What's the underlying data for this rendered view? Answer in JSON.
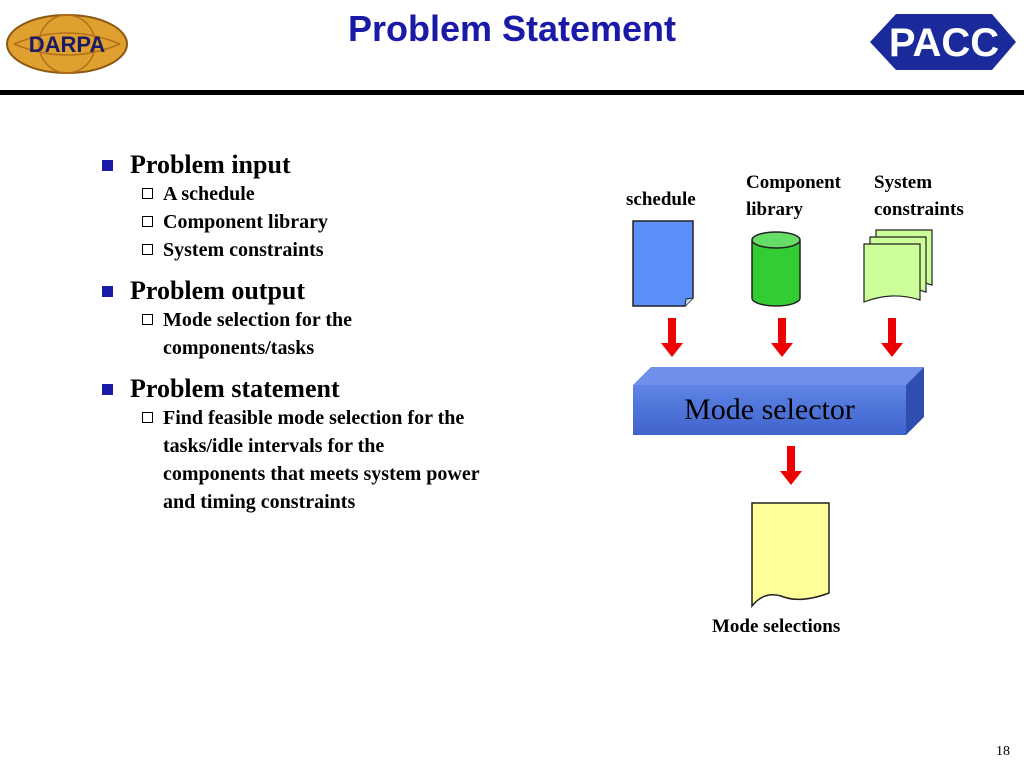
{
  "title": "Problem Statement",
  "logos": {
    "left_text": "DARPA",
    "right_text": "PACC"
  },
  "bullets": [
    {
      "text": "Problem input",
      "sub": [
        "A schedule",
        "Component library",
        "System constraints"
      ]
    },
    {
      "text": "Problem output",
      "sub": [
        "Mode selection for the\ncomponents/tasks"
      ]
    },
    {
      "text": "Problem statement",
      "sub": [
        "Find feasible mode selection for the\ntasks/idle intervals for the\ncomponents that meets system power\nand timing  constraints"
      ]
    }
  ],
  "diagram": {
    "schedule_label": "schedule",
    "component_label": "Component\nlibrary",
    "system_label": "System\nconstraints",
    "selector_label": "Mode selector",
    "output_label": "Mode selections",
    "colors": {
      "schedule": "#5b8ff9",
      "library": "#33cc33",
      "constraints": "#ccff99",
      "selector": "#4a6fd8",
      "output": "#ffff99",
      "arrow": "#ee0000"
    }
  },
  "page_number": "18"
}
